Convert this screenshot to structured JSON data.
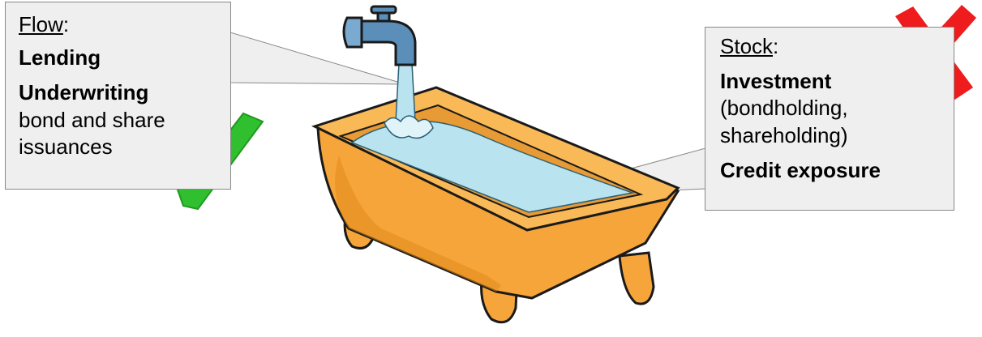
{
  "flow": {
    "heading": "Flow",
    "heading_suffix": ":",
    "items": [
      "Lending",
      "Underwriting"
    ],
    "detail_lines": [
      "bond and share",
      "issuances"
    ],
    "verdict_icon": "green-checkmark-icon",
    "verdict_color": "#2fbf2f"
  },
  "stock": {
    "heading": "Stock",
    "heading_suffix": ":",
    "item1": "Investment",
    "item1_detail_lines": [
      "(bondholding,",
      "shareholding)"
    ],
    "item2": "Credit exposure",
    "verdict_icon": "red-cross-icon",
    "verdict_color": "#ee1c1c"
  },
  "illustration": {
    "faucet_icon": "faucet-icon",
    "bathtub_icon": "bathtub-icon",
    "colors": {
      "tub_orange": "#f6a53a",
      "tub_dark": "#e08a1c",
      "water": "#b9e3ef",
      "faucet_blue": "#5b8fb9"
    }
  }
}
